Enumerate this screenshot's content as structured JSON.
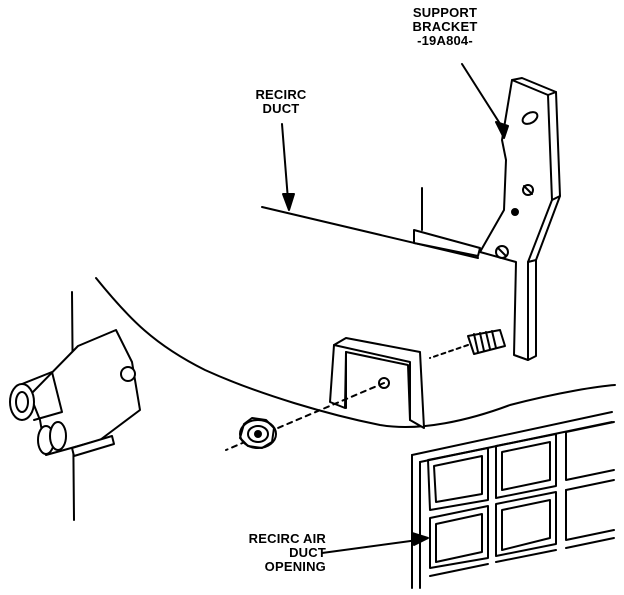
{
  "labels": {
    "support_bracket": [
      "SUPPORT",
      "BRACKET",
      "-19A804-"
    ],
    "recirc_duct": [
      "RECIRC",
      "DUCT"
    ],
    "recirc_air_duct_opening": [
      "RECIRC AIR",
      "DUCT",
      "OPENING"
    ]
  },
  "colors": {
    "ink": "#000000",
    "paper": "#ffffff"
  }
}
